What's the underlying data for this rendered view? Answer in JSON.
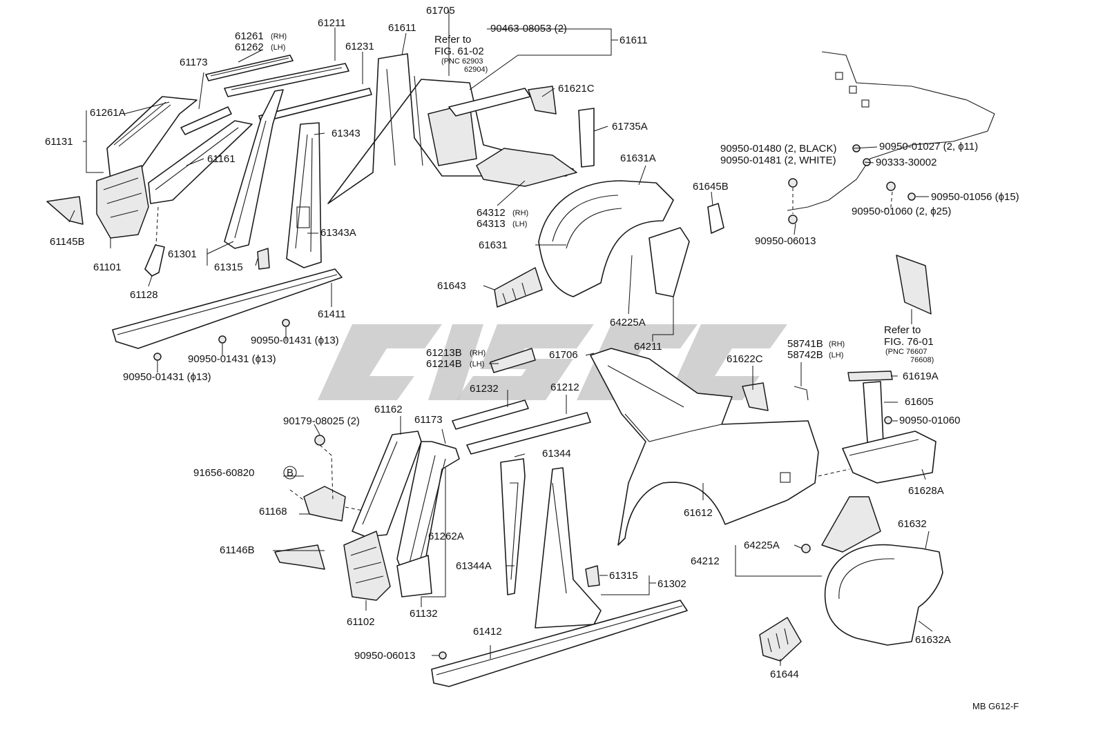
{
  "diagram": {
    "labels": {
      "p61261": "61261",
      "p61262": "61262",
      "rh": "(RH)",
      "lh": "(LH)",
      "p61211": "61211",
      "p61231": "61231",
      "p61611a": "61611",
      "p61705": "61705",
      "p90463": "90463-08053 (2)",
      "p61611b": "61611",
      "refer1": "Refer to",
      "fig1": "FIG. 61-02",
      "pnc1": "(PNC 62903",
      "pnc1b": "62904)",
      "p61173a": "61173",
      "p61261a": "61261A",
      "p61131": "61131",
      "p61161": "61161",
      "p61343": "61343",
      "p61621c": "61621C",
      "p61735a": "61735A",
      "p61145b": "61145B",
      "p61101": "61101",
      "p61301": "61301",
      "p61315a": "61315",
      "p61343a": "61343A",
      "p64312": "64312",
      "p64313": "64313",
      "p61631a": "61631A",
      "p61645b": "61645B",
      "p61128": "61128",
      "p61411": "61411",
      "p61631": "61631",
      "p61643": "61643",
      "p64225a": "64225A",
      "p64211": "64211",
      "f1": "90950-01431 (ϕ13)",
      "f2": "90950-01431 (ϕ13)",
      "f3": "90950-01431 (ϕ13)",
      "p90950_01480": "90950-01480 (2, BLACK)",
      "p90950_01481": "90950-01481 (2, WHITE)",
      "p90950_01027": "90950-01027 (2, ϕ11)",
      "p90333": "90333-30002",
      "p90950_01056": "90950-01056 (ϕ15)",
      "p90950_01060a": "90950-01060 (2, ϕ25)",
      "p90950_06013a": "90950-06013",
      "refer2": "Refer to",
      "fig2": "FIG. 76-01",
      "pnc2": "(PNC 76607",
      "pnc2b": "76608)",
      "p61213b": "61213B",
      "p61214b": "61214B",
      "p61706": "61706",
      "p61622c": "61622C",
      "p58741b": "58741B",
      "p58742b": "58742B",
      "p61619a": "61619A",
      "p61605": "61605",
      "p90950_01060b": "90950-01060",
      "p61232": "61232",
      "p61212": "61212",
      "p61162": "61162",
      "p61173b": "61173",
      "p90179": "90179-08025 (2)",
      "p91656": "91656-60820",
      "circleB": "B",
      "p61344": "61344",
      "p61168": "61168",
      "p61628a": "61628A",
      "p61612": "61612",
      "p61262a": "61262A",
      "p61146b": "61146B",
      "p61344a": "61344A",
      "p61315b": "61315",
      "p61302": "61302",
      "p64212": "64212",
      "p64225a2": "64225A",
      "p61632": "61632",
      "p61102": "61102",
      "p61132": "61132",
      "p61412": "61412",
      "p90950_06013b": "90950-06013",
      "p61632a": "61632A",
      "p61644": "61644",
      "code": "MB G612-F"
    }
  }
}
